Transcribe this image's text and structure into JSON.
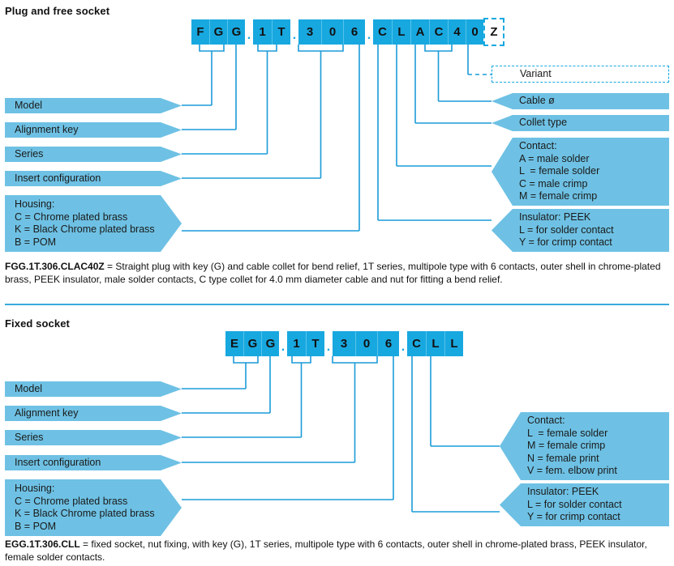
{
  "sections": [
    {
      "title": "Plug and free socket",
      "code_label": "FGG.1T.306.CLAC40Z",
      "code_cells": [
        {
          "ch": "F"
        },
        {
          "ch": "G"
        },
        {
          "ch": "G"
        },
        {
          "ch": "."
        },
        {
          "ch": "1"
        },
        {
          "ch": "T"
        },
        {
          "ch": "."
        },
        {
          "ch": "3"
        },
        {
          "ch": "0"
        },
        {
          "ch": "6"
        },
        {
          "ch": "."
        },
        {
          "ch": "C"
        },
        {
          "ch": "L"
        },
        {
          "ch": "A"
        },
        {
          "ch": "C"
        },
        {
          "ch": "4"
        },
        {
          "ch": "0"
        },
        {
          "ch": "Z"
        }
      ],
      "left_labels": [
        {
          "text": "Model"
        },
        {
          "text": "Alignment key"
        },
        {
          "text": "Series"
        },
        {
          "text": "Insert configuration"
        },
        {
          "text": "Housing:\nC = Chrome plated brass\nK = Black Chrome plated brass\nB = POM"
        }
      ],
      "right_labels": [
        {
          "text": "Variant"
        },
        {
          "text": "Cable ø"
        },
        {
          "text": "Collet type"
        },
        {
          "text": "Contact:\nA = male solder\nL  = female solder\nC = male crimp\nM = female crimp"
        },
        {
          "text": "Insulator: PEEK\nL = for solder contact\nY = for crimp contact"
        }
      ],
      "caption_code": "FGG.1T.306.CLAC40Z",
      "caption_text": " = Straight plug with key (G) and cable collet for bend relief, 1T series, multipole type with 6 contacts, outer shell in chrome-plated brass, PEEK insulator, male solder contacts, C type collet for 4.0 mm diameter cable and nut for fitting a bend relief."
    },
    {
      "title": "Fixed socket",
      "code_label": "EGG.1T.306.CLL",
      "code_cells": [
        {
          "ch": "E"
        },
        {
          "ch": "G"
        },
        {
          "ch": "G"
        },
        {
          "ch": "."
        },
        {
          "ch": "1"
        },
        {
          "ch": "T"
        },
        {
          "ch": "."
        },
        {
          "ch": "3"
        },
        {
          "ch": "0"
        },
        {
          "ch": "6"
        },
        {
          "ch": "."
        },
        {
          "ch": "C"
        },
        {
          "ch": "L"
        },
        {
          "ch": "L"
        }
      ],
      "left_labels": [
        {
          "text": "Model"
        },
        {
          "text": "Alignment key"
        },
        {
          "text": "Series"
        },
        {
          "text": "Insert configuration"
        },
        {
          "text": "Housing:\nC = Chrome plated brass\nK = Black Chrome plated brass\nB = POM"
        }
      ],
      "right_labels": [
        {
          "text": "Contact:\nL  = female solder\nM = female crimp\nN = female print\nV = fem. elbow print"
        },
        {
          "text": "Insulator: PEEK\nL = for solder contact\nY = for crimp contact"
        }
      ],
      "caption_code": "EGG.1T.306.CLL",
      "caption_text": " = fixed socket, nut fixing, with key (G), 1T series, multipole type with 6 contacts, outer shell in chrome-plated brass, PEEK insulator, female solder contacts."
    }
  ],
  "colors": {
    "code_fill": "#18A8E0",
    "plaque_fill": "#6EC1E4",
    "wire": "#1B9BD8",
    "text": "#1a1a1a"
  }
}
